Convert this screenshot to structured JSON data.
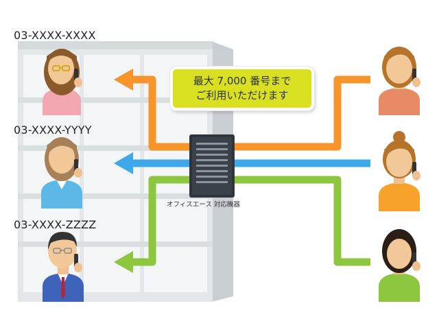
{
  "extensions": [
    {
      "number": "03-XXXX-XXXX"
    },
    {
      "number": "03-XXXX-YYYY"
    },
    {
      "number": "03-XXXX-ZZZZ"
    }
  ],
  "callout": {
    "line1": "最大 7,000 番号まで",
    "line2": "ご利用いただけます"
  },
  "server": {
    "caption": "オフィスエース 対応機器"
  },
  "colors": {
    "orange": "#f7952b",
    "blue": "#3da9ea",
    "green": "#8dc63f",
    "callout": "#d8e020",
    "building": "#e3e7ea",
    "server": "#333a42"
  }
}
